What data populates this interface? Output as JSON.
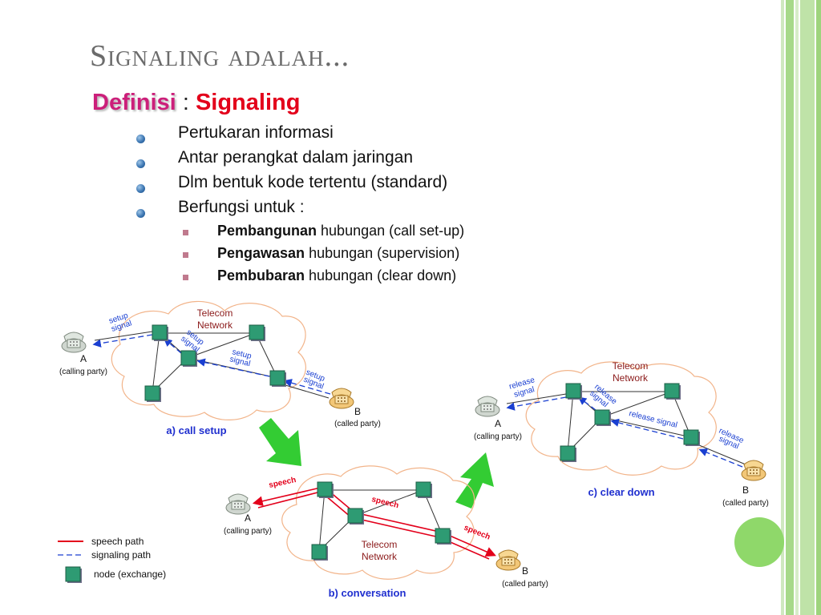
{
  "title": "Signaling adalah...",
  "definition": {
    "word": "Definisi",
    "colon": ":",
    "term": "Signaling"
  },
  "bullets": [
    "Pertukaran informasi",
    "Antar perangkat dalam jaringan",
    "Dlm bentuk kode tertentu (standard)",
    "Berfungsi untuk :"
  ],
  "sub_bullets": [
    {
      "bold": "Pembangunan",
      "rest": "hubungan (call set-up)"
    },
    {
      "bold": "Pengawasan",
      "rest": "hubungan (supervision)"
    },
    {
      "bold": "Pembubaran",
      "rest": "hubungan (clear down)"
    }
  ],
  "diagram": {
    "network_label_1": "Telecom",
    "network_label_2": "Network",
    "party_a": "A",
    "party_a_desc": "(calling party)",
    "party_b": "B",
    "party_b_desc": "(called party)",
    "setup_1": "setup",
    "setup_2": "signal",
    "release_1": "release",
    "release_2": "signal",
    "release_signal": "release signal",
    "speech": "speech",
    "caption_a": "a) call setup",
    "caption_b": "b) conversation",
    "caption_c": "c) clear down",
    "legend": {
      "speech_path": "speech path",
      "signaling_path": "signaling path",
      "node": "node (exchange)"
    }
  },
  "colors": {
    "speech": "#e3001b",
    "signal": "#1a3fd1",
    "node": "#2e9b73",
    "arrow": "#33cc33",
    "cloud_stroke": "#f2b48a",
    "caption": "#1f2fcf"
  }
}
